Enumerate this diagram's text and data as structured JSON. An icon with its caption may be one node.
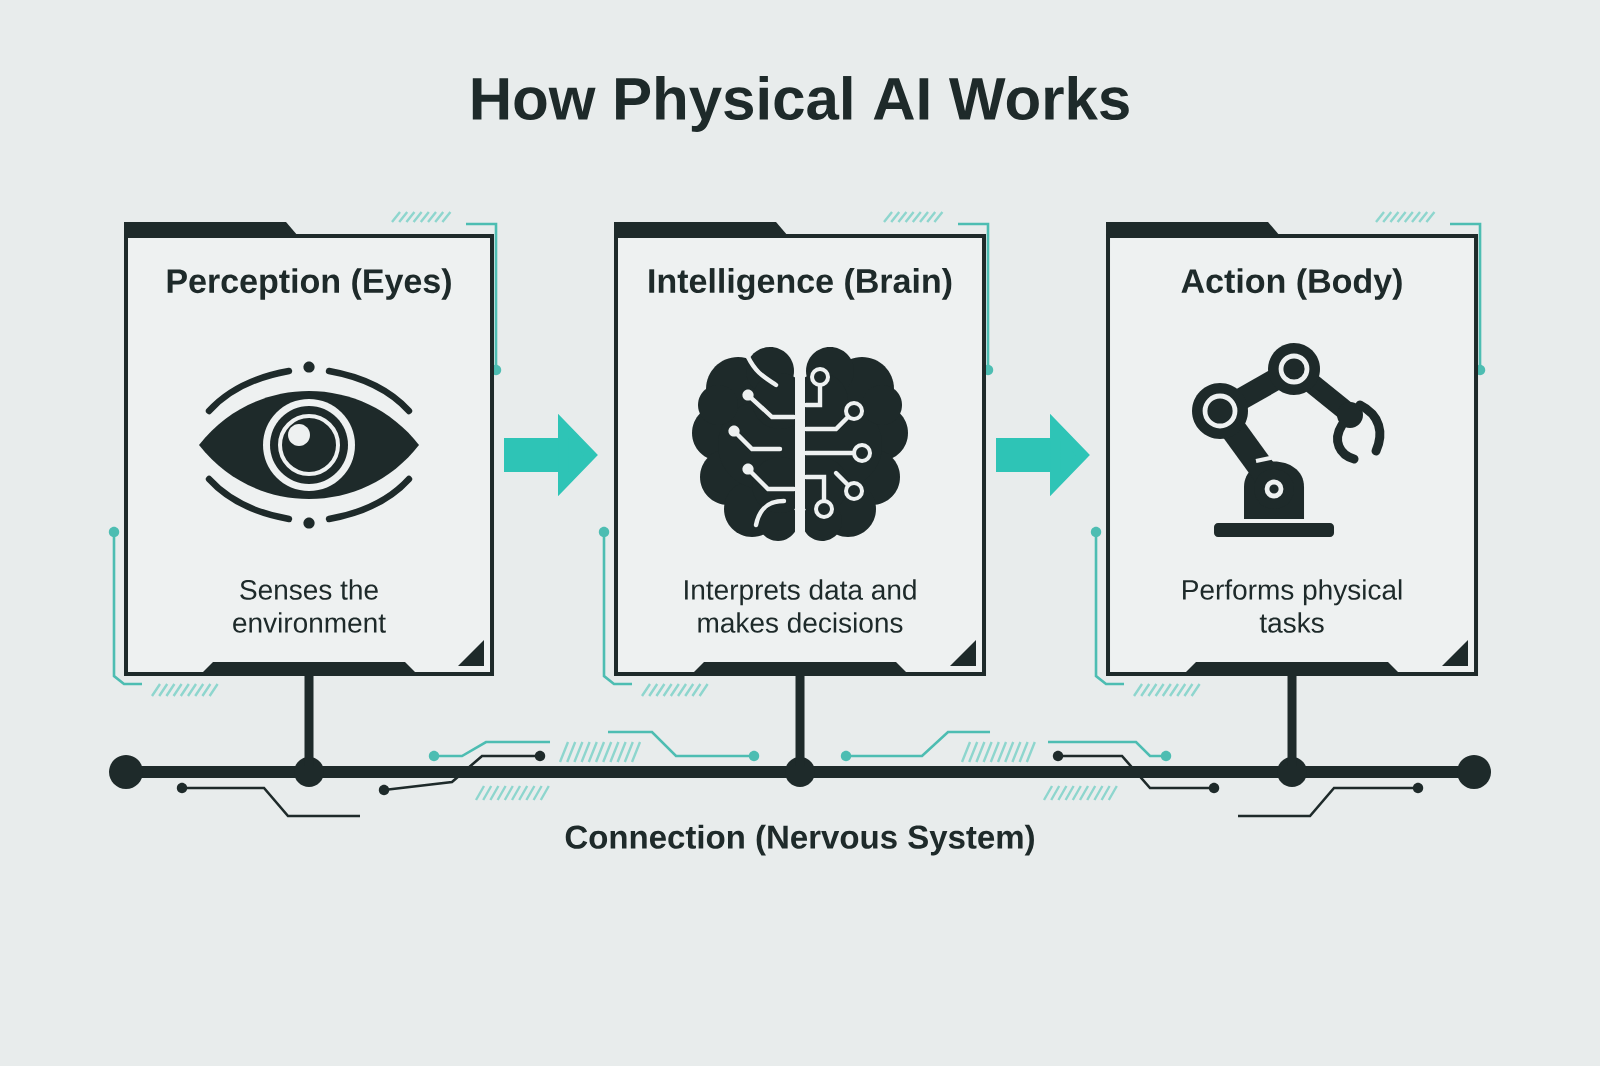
{
  "diagram": {
    "title": "How Physical AI Works",
    "nodes": [
      {
        "text": [
          "Perception (Eyes)",
          "Senses the environment"
        ]
      },
      {
        "text": [
          "Intelligence (Brain)",
          "Interprets data and makes decisions"
        ]
      },
      {
        "text": [
          "Action (Body)",
          "Performs physical tasks"
        ]
      },
      {
        "text": [
          "Connection (Nervous System)"
        ]
      }
    ],
    "edges": [
      {
        "from": 0,
        "to": 1,
        "arrow": "to",
        "style": "thick",
        "color": "#2ec4b6"
      },
      {
        "from": 1,
        "to": 2,
        "arrow": "to",
        "style": "thick",
        "color": "#2ec4b6"
      },
      {
        "from": 0,
        "to": 3,
        "arrow": "none"
      },
      {
        "from": 1,
        "to": 3,
        "arrow": "none"
      },
      {
        "from": 2,
        "to": 3,
        "arrow": "none"
      }
    ]
  }
}
